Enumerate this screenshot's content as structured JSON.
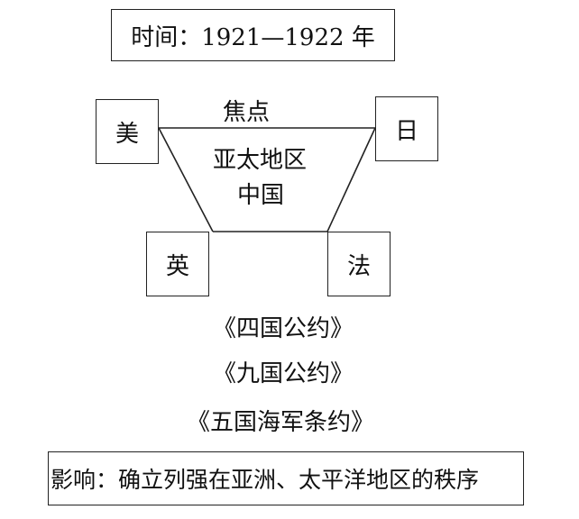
{
  "time": "时间：1921—1922 年",
  "focus": "焦点",
  "region": "亚太地区",
  "china": "中国",
  "countries": {
    "us": "美",
    "jp": "日",
    "uk": "英",
    "fr": "法"
  },
  "treaties": [
    "《四国公约》",
    "《九国公约》",
    "《五国海军条约》"
  ],
  "impact": "影响：确立列强在亚洲、太平洋地区的秩序"
}
